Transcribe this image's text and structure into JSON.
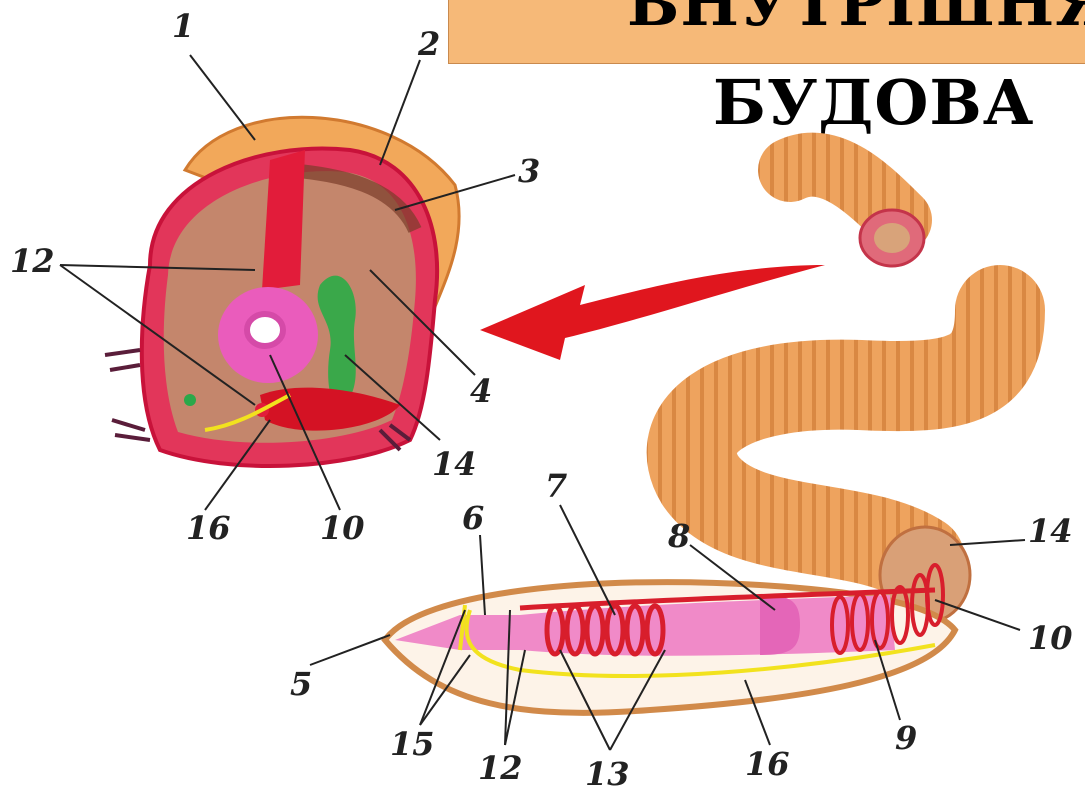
{
  "title": {
    "line1": "ВНУТРІШНЯ",
    "line2": "БУДОВА"
  },
  "labels": {
    "l1": "1",
    "l2": "2",
    "l3": "3",
    "l4": "4",
    "l5": "5",
    "l6": "6",
    "l7": "7",
    "l8": "8",
    "l9": "9",
    "l10a": "10",
    "l10b": "10",
    "l12a": "12",
    "l12b": "12",
    "l13": "13",
    "l14a": "14",
    "l14b": "14",
    "l15": "15",
    "l16a": "16",
    "l16b": "16"
  },
  "colors": {
    "title_bg": "#f6b978",
    "worm_skin": "#e8a060",
    "vessel_red": "#d81e2c",
    "gut_pink": "#ef7cc0",
    "nephridia_green": "#2aa84a",
    "nerve_yellow": "#f2e21e",
    "arrow_red": "#e0161e"
  }
}
